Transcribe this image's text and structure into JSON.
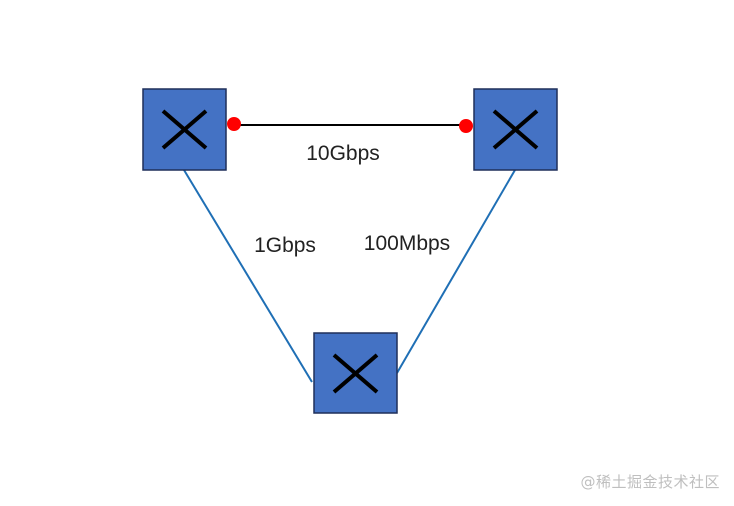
{
  "nodes": [
    {
      "id": "switch-top-left",
      "icon": "switch-x-icon"
    },
    {
      "id": "switch-top-right",
      "icon": "switch-x-icon"
    },
    {
      "id": "switch-bottom",
      "icon": "switch-x-icon"
    }
  ],
  "links": [
    {
      "id": "link-top",
      "label": "10Gbps",
      "color": "#000000",
      "endpoint_marker_color": "#ff0000"
    },
    {
      "id": "link-left",
      "label": "1Gbps",
      "color": "#1f6fb5"
    },
    {
      "id": "link-right",
      "label": "100Mbps",
      "color": "#1f6fb5"
    }
  ],
  "colors": {
    "node_fill": "#4472c4",
    "node_border": "#1f2f5a",
    "node_cross": "#000000"
  },
  "watermark": "@稀土掘金技术社区"
}
